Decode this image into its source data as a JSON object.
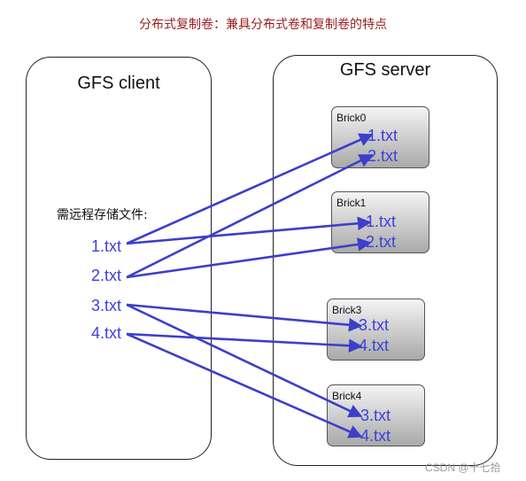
{
  "title": "分布式复制卷：兼具分布式卷和复制卷的特点",
  "client": {
    "title": "GFS client",
    "note": "需远程存储文件:",
    "files": [
      "1.txt",
      "2.txt",
      "3.txt",
      "4.txt"
    ]
  },
  "server": {
    "title": "GFS server",
    "bricks": [
      {
        "name": "Brick0",
        "files": [
          "1.txt",
          "2.txt"
        ]
      },
      {
        "name": "Brick1",
        "files": [
          "1.txt",
          "2.txt"
        ]
      },
      {
        "name": "Brick3",
        "files": [
          "3.txt",
          "4.txt"
        ]
      },
      {
        "name": "Brick4",
        "files": [
          "3.txt",
          "4.txt"
        ]
      }
    ]
  },
  "watermark": "CSDN @十七拾",
  "colors": {
    "arrow": "#3c3fc8",
    "title": "#9b1c1c",
    "file": "#3c3fe0"
  }
}
